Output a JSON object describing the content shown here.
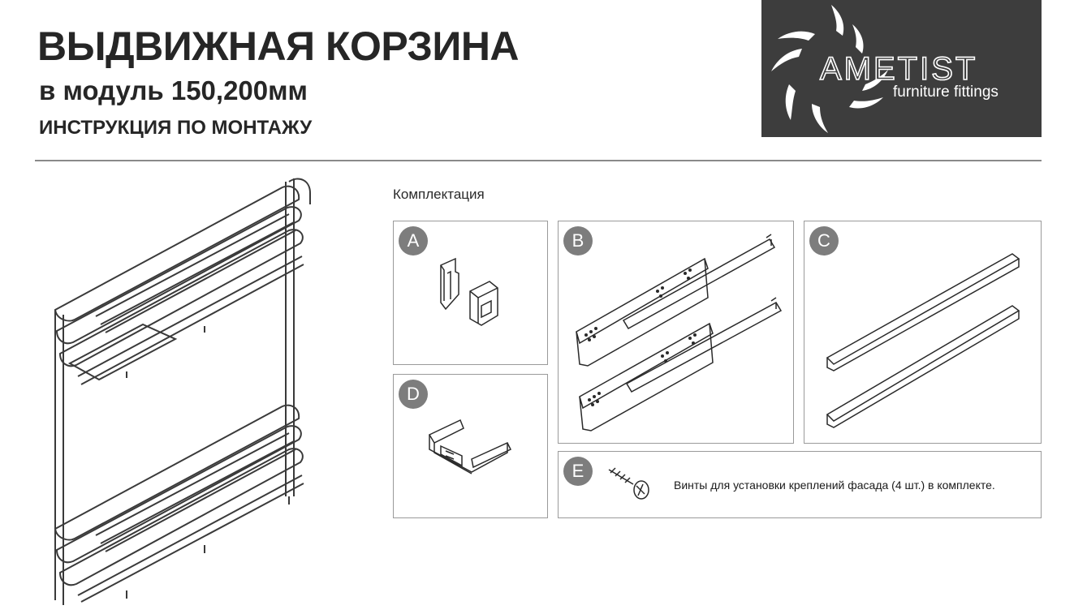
{
  "header": {
    "title": "ВЫДВИЖНАЯ КОРЗИНА",
    "subtitle": "в модуль 150,200мм",
    "instruction": "ИНСТРУКЦИЯ ПО МОНТАЖУ"
  },
  "logo": {
    "brand": "AMETIST",
    "tagline": "furniture fittings",
    "background": "#3d3d3d"
  },
  "kit": {
    "title": "Комплектация",
    "items": [
      {
        "id": "A"
      },
      {
        "id": "B"
      },
      {
        "id": "C"
      },
      {
        "id": "D"
      },
      {
        "id": "E",
        "description": "Винты для установки креплений фасада (4 шт.) в комплекте."
      }
    ]
  },
  "colors": {
    "badge": "#7d7d7d",
    "border": "#9a9a9a",
    "text": "#262626"
  }
}
